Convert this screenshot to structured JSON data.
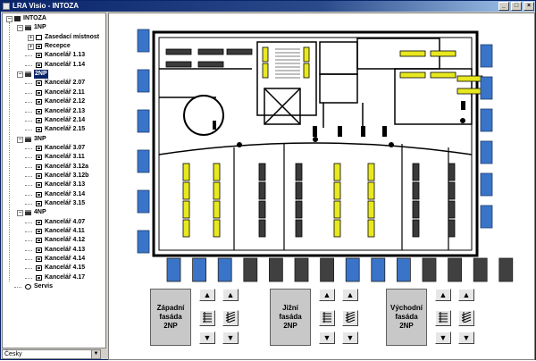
{
  "window": {
    "title": "LRA Visio - INTOZA",
    "min_glyph": "_",
    "max_glyph": "□",
    "close_glyph": "×"
  },
  "tree": [
    {
      "id": "root",
      "label": "INTOZA",
      "icon": "building-icon",
      "toggle": "−"
    },
    {
      "id": "1np",
      "label": "1NP",
      "icon": "floor-icon",
      "toggle": "−"
    },
    {
      "id": "r-zas",
      "label": "Zasedací místnost",
      "icon": "meeting-room-icon",
      "toggle": "+"
    },
    {
      "id": "r-rec",
      "label": "Recepce",
      "icon": "room-icon",
      "toggle": "+"
    },
    {
      "id": "r-113",
      "label": "Kancelář 1.13",
      "icon": "room-icon"
    },
    {
      "id": "r-114",
      "label": "Kancelář 1.14",
      "icon": "room-icon"
    },
    {
      "id": "2np",
      "label": "2NP",
      "icon": "floor-icon",
      "toggle": "−",
      "selected": true
    },
    {
      "id": "r-207",
      "label": "Kancelář 2.07",
      "icon": "room-icon"
    },
    {
      "id": "r-211",
      "label": "Kancelář 2.11",
      "icon": "room-icon"
    },
    {
      "id": "r-212",
      "label": "Kancelář 2.12",
      "icon": "room-icon"
    },
    {
      "id": "r-213",
      "label": "Kancelář 2.13",
      "icon": "room-icon"
    },
    {
      "id": "r-214",
      "label": "Kancelář 2.14",
      "icon": "room-icon"
    },
    {
      "id": "r-215",
      "label": "Kancelář 2.15",
      "icon": "room-icon"
    },
    {
      "id": "3np",
      "label": "3NP",
      "icon": "floor-icon",
      "toggle": "−"
    },
    {
      "id": "r-307",
      "label": "Kancelář 3.07",
      "icon": "room-icon"
    },
    {
      "id": "r-311",
      "label": "Kancelář 3.11",
      "icon": "room-icon"
    },
    {
      "id": "r-312a",
      "label": "Kancelář 3.12a",
      "icon": "room-icon"
    },
    {
      "id": "r-312b",
      "label": "Kancelář 3.12b",
      "icon": "room-icon"
    },
    {
      "id": "r-313",
      "label": "Kancelář 3.13",
      "icon": "room-icon"
    },
    {
      "id": "r-314",
      "label": "Kancelář 3.14",
      "icon": "room-icon"
    },
    {
      "id": "r-315",
      "label": "Kancelář 3.15",
      "icon": "room-icon"
    },
    {
      "id": "4np",
      "label": "4NP",
      "icon": "floor-icon",
      "toggle": "−"
    },
    {
      "id": "r-407",
      "label": "Kancelář 4.07",
      "icon": "room-icon"
    },
    {
      "id": "r-411",
      "label": "Kancelář 4.11",
      "icon": "room-icon"
    },
    {
      "id": "r-412",
      "label": "Kancelář 4.12",
      "icon": "room-icon"
    },
    {
      "id": "r-413",
      "label": "Kancelář 4.13",
      "icon": "room-icon"
    },
    {
      "id": "r-414",
      "label": "Kancelář 4.14",
      "icon": "room-icon"
    },
    {
      "id": "r-415",
      "label": "Kancelář 4.15",
      "icon": "room-icon"
    },
    {
      "id": "r-417",
      "label": "Kancelář 4.17",
      "icon": "room-icon"
    },
    {
      "id": "servis",
      "label": "Servis",
      "icon": "service-icon"
    }
  ],
  "language": {
    "selected": "Česky",
    "arrow": "▼"
  },
  "colors": {
    "blind_open": "#3a74c8",
    "blind_closed": "#404040",
    "light_on": "#e8e820",
    "light_off": "#3a3a3a",
    "wall": "#000000",
    "facade_label_bg": "#c8c8c8"
  },
  "facades": [
    {
      "id": "west",
      "label": "Západní\nfasáda\n2NP"
    },
    {
      "id": "south",
      "label": "Jižní\nfasáda\n2NP"
    },
    {
      "id": "east",
      "label": "Východní\nfasáda\n2NP"
    }
  ],
  "facade_controls": {
    "up_glyph": "▲",
    "down_glyph": "▼"
  },
  "blinds": {
    "west": [
      "open",
      "open",
      "open",
      "open",
      "open",
      "open"
    ],
    "east": [
      "open",
      "open",
      "open",
      "open",
      "open",
      "open"
    ],
    "south": [
      "open",
      "open",
      "open",
      "closed",
      "closed",
      "closed",
      "closed",
      "open",
      "open",
      "open",
      "closed",
      "closed",
      "closed",
      "closed"
    ]
  }
}
